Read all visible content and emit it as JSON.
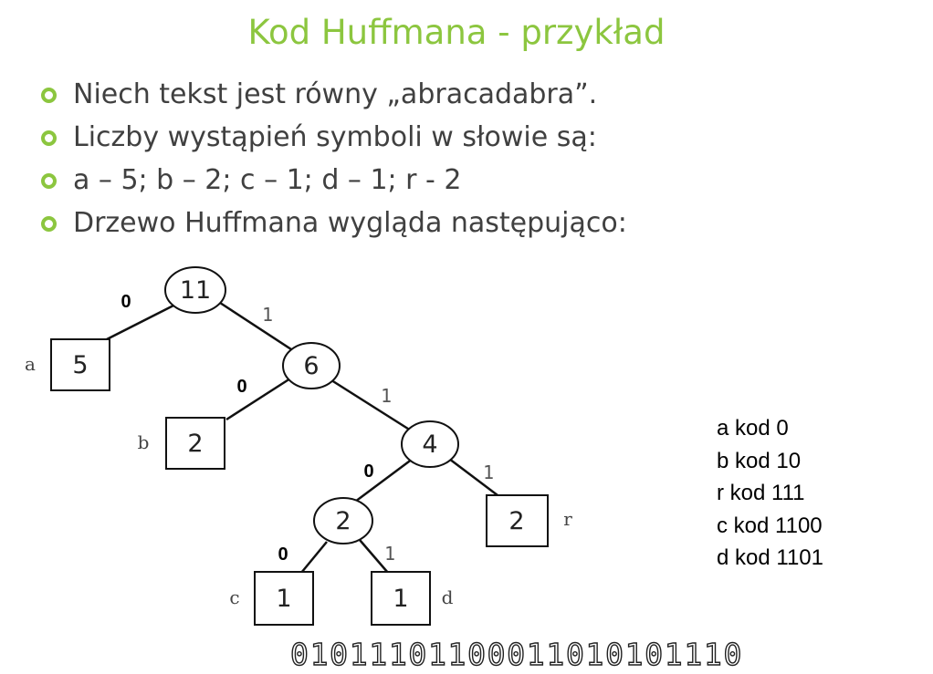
{
  "title": "Kod Huffmana - przykład",
  "bullets": [
    "Niech tekst jest równy „abracadabra”.",
    "Liczby wystąpień symboli w słowie są:",
    "a – 5; b – 2; c – 1; d – 1; r - 2",
    "Drzewo Huffmana wygląda następująco:"
  ],
  "tree": {
    "root": "11",
    "n6": "6",
    "n4": "4",
    "n2": "2",
    "leaf_a": {
      "value": "5",
      "label": "a"
    },
    "leaf_b": {
      "value": "2",
      "label": "b"
    },
    "leaf_r": {
      "value": "2",
      "label": "r"
    },
    "leaf_c": {
      "value": "1",
      "label": "c"
    },
    "leaf_d": {
      "value": "1",
      "label": "d"
    },
    "edges": {
      "root_a": "0",
      "root_6": "1",
      "n6_b": "0",
      "n6_4": "1",
      "n4_2": "0",
      "n4_r": "1",
      "n2_c": "0",
      "n2_d": "1"
    }
  },
  "codes": [
    "a kod 0",
    "b kod 10",
    "r kod 111",
    "c kod 1100",
    "d kod 1101"
  ],
  "encoded": "01011101100011010101110",
  "colors": {
    "accent": "#8cc63f",
    "text": "#404040"
  }
}
